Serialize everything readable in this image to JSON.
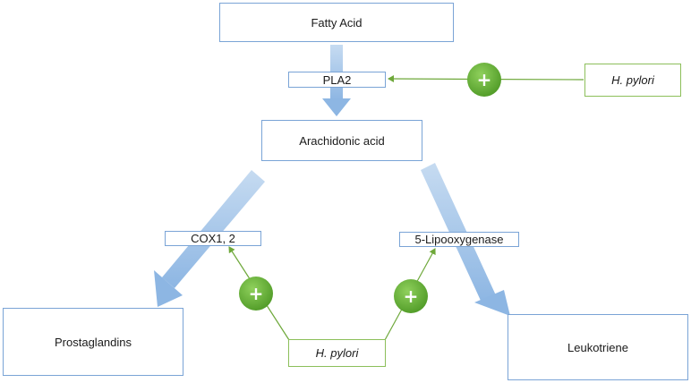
{
  "nodes": {
    "fatty_acid": "Fatty Acid",
    "pla2": "PLA2",
    "arachidonic_acid": "Arachidonic acid",
    "cox": "COX1, 2",
    "lipoxygenase": "5-Lipooxygenase",
    "prostaglandins": "Prostaglandins",
    "leukotriene": "Leukotriene",
    "h_pylori_top": "H. pylori",
    "h_pylori_bottom": "H. pylori"
  },
  "symbols": {
    "plus": "+"
  },
  "colors": {
    "box_border_blue": "#7aa4d6",
    "box_border_green": "#8cbf5a",
    "arrow_blue": "#9dc3e6",
    "arrow_green": "#6ea83a",
    "plus_circle": "#5ea832"
  }
}
